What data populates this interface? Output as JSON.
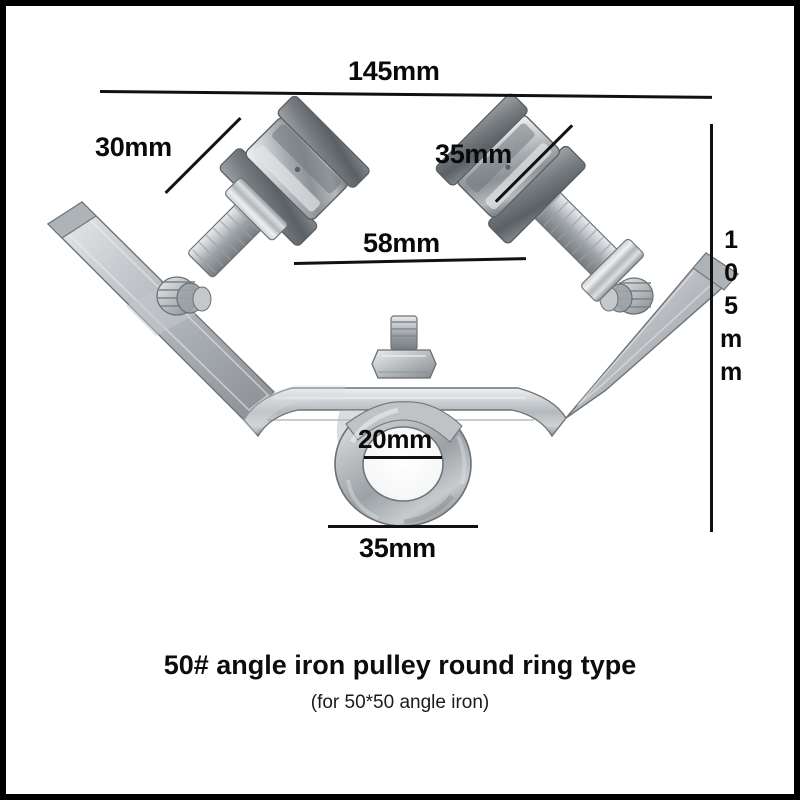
{
  "image": {
    "border_color": "#000000",
    "background_color": "#ffffff",
    "subject": "galvanized V-bracket angle-iron pulley trolley with twin steel wheels and welded eye ring"
  },
  "dimensions": {
    "overall_width": "145mm",
    "left_wheel": "30mm",
    "right_wheel": "35mm",
    "wheel_gap": "58mm",
    "overall_height": "105mm",
    "ring_inner_diameter": "20mm",
    "ring_outer_diameter": "35mm"
  },
  "vertical_label_chars": [
    "1",
    "0",
    "5",
    "m",
    "m"
  ],
  "caption": {
    "title": "50# angle iron pulley round ring type",
    "subtitle": "(for 50*50 angle iron)"
  },
  "colors": {
    "frame": "#000000",
    "paper": "#ffffff",
    "text": "#0d0d0d",
    "dimension_line": "#111111",
    "metal_light": "#e6e8ea",
    "metal_mid": "#b9bdc1",
    "metal_dark": "#75797d",
    "metal_shadow": "#4a4e52",
    "galvanized": "#c3c7c9"
  }
}
